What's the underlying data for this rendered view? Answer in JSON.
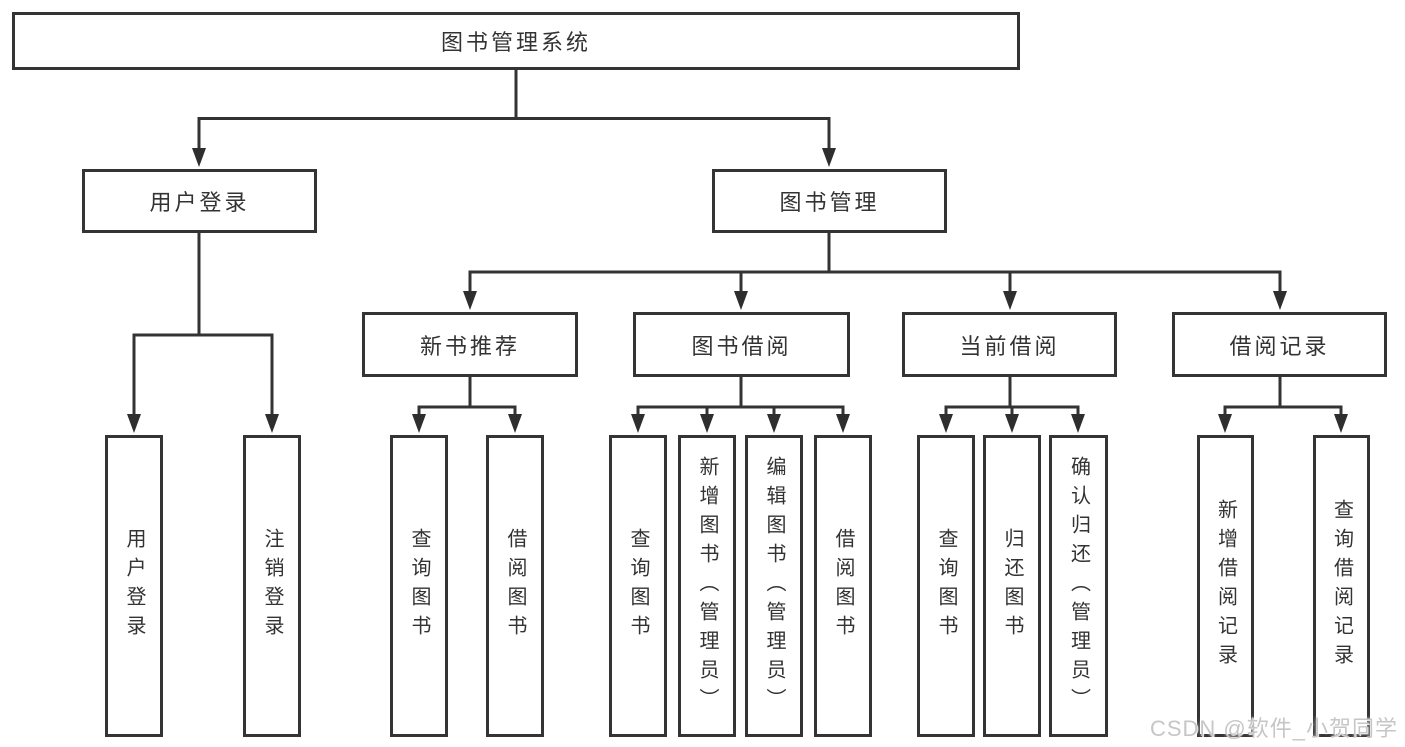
{
  "diagram": {
    "root": {
      "label": "图书管理系统"
    },
    "branches": [
      {
        "label": "用户登录",
        "children": [
          {
            "label": "用户登录"
          },
          {
            "label": "注销登录"
          }
        ]
      },
      {
        "label": "图书管理",
        "children": [
          {
            "label": "新书推荐",
            "children": [
              {
                "label": "查询图书"
              },
              {
                "label": "借阅图书"
              }
            ]
          },
          {
            "label": "图书借阅",
            "children": [
              {
                "label": "查询图书"
              },
              {
                "label": "新增图书（管理员）"
              },
              {
                "label": "编辑图书（管理员）"
              },
              {
                "label": "借阅图书"
              }
            ]
          },
          {
            "label": "当前借阅",
            "children": [
              {
                "label": "查询图书"
              },
              {
                "label": "归还图书"
              },
              {
                "label": "确认归还（管理员）"
              }
            ]
          },
          {
            "label": "借阅记录",
            "children": [
              {
                "label": "新增借阅记录"
              },
              {
                "label": "查询借阅记录"
              }
            ]
          }
        ]
      }
    ]
  },
  "watermark": {
    "text": "CSDN @软件_小贺同学"
  },
  "colors": {
    "line": "#333333",
    "arrow": "#2e2e2e",
    "box_border": "#343434",
    "box_fill": "#ffffff",
    "text": "#333333",
    "watermark_text": "#c6c6c6"
  }
}
